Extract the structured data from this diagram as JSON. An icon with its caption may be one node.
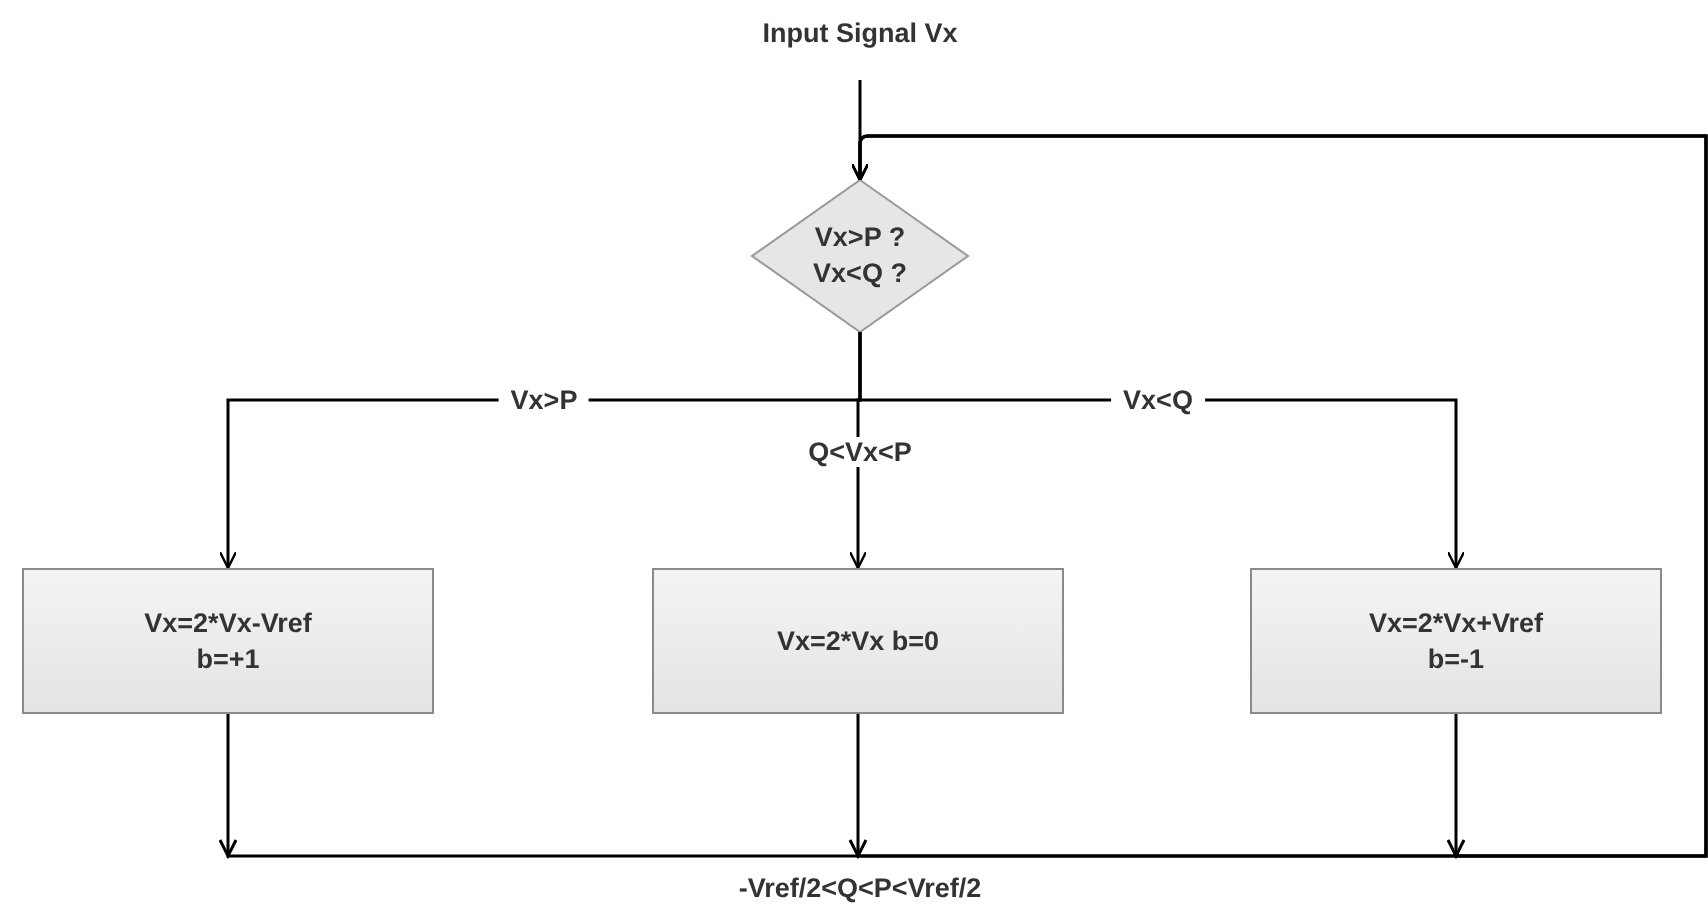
{
  "diagram": {
    "nodes": [
      {
        "text": [
          "Input Signal Vx"
        ]
      },
      {
        "text": [
          "Vx>P ? Vx<Q ?"
        ]
      },
      {
        "text": [
          "Vx=2*Vx-Vref b=+1"
        ]
      },
      {
        "text": [
          "Vx=2*Vx b=0"
        ]
      },
      {
        "text": [
          "Vx=2*Vx+Vref b=-1"
        ]
      }
    ],
    "edges": [
      {
        "from": 0,
        "to": 1,
        "arrow": "to"
      },
      {
        "from": 1,
        "to": 2,
        "arrow": "to",
        "label": "Vx>P"
      },
      {
        "from": 1,
        "to": 3,
        "arrow": "to",
        "label": "Q<Vx<P"
      },
      {
        "from": 1,
        "to": 4,
        "arrow": "to",
        "label": "Vx<Q"
      },
      {
        "from": 2,
        "to": 1,
        "arrow": "to"
      },
      {
        "from": 3,
        "to": 1,
        "arrow": "to"
      },
      {
        "from": 4,
        "to": 1,
        "arrow": "to"
      }
    ],
    "labels": [
      "-Vref/2<Q<P<Vref/2"
    ]
  }
}
